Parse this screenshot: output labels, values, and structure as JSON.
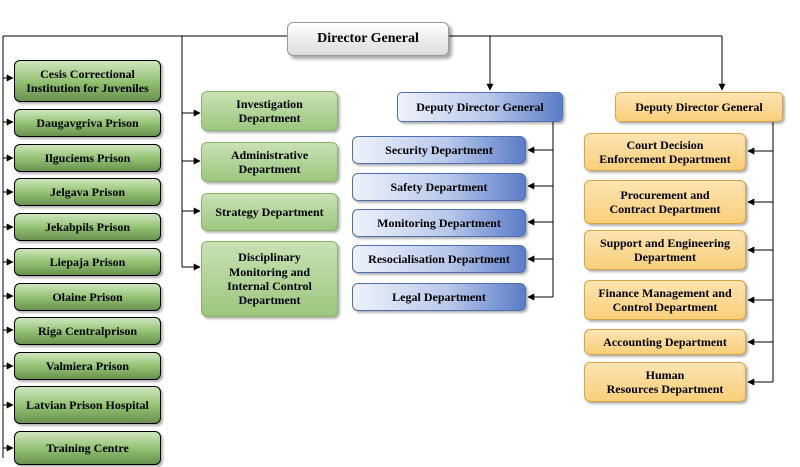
{
  "director_general": "Director General",
  "prisons": [
    "Cesis Correctional\nInstitution for Juveniles",
    "Daugavgriva Prison",
    "Ilguciems Prison",
    "Jelgava Prison",
    "Jekabpils Prison",
    "Liepaja Prison",
    "Olaine Prison",
    "Riga Centralprison",
    "Valmiera Prison",
    "Latvian Prison Hospital",
    "Training Centre"
  ],
  "direct_departments": [
    "Investigation\nDepartment",
    "Administrative\nDepartment",
    "Strategy Department",
    "Disciplinary\nMonitoring and\nInternal Control\nDepartment"
  ],
  "deputy_1": {
    "title": "Deputy Director General",
    "departments": [
      "Security Department",
      "Safety Department",
      "Monitoring Department",
      "Resocialisation Department",
      "Legal Department"
    ]
  },
  "deputy_2": {
    "title": "Deputy Director General",
    "departments": [
      "Court Decision\nEnforcement Department",
      "Procurement and\nContract Department",
      "Support and Engineering\nDepartment",
      "Finance Management and\nControl Department",
      "Accounting Department",
      "Human\nResources Department"
    ]
  }
}
